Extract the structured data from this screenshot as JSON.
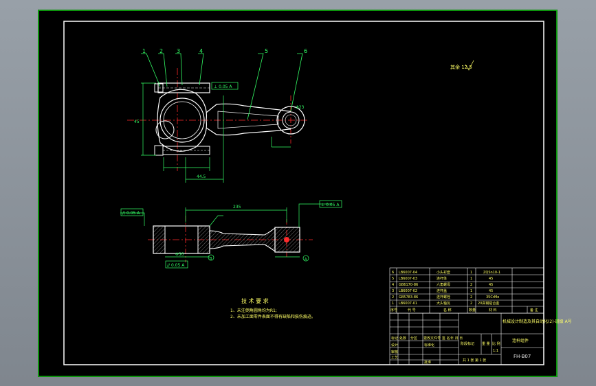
{
  "balloons": [
    "1",
    "2",
    "3",
    "4",
    "5",
    "6"
  ],
  "surface_note": "其余 12.5",
  "tech_req": {
    "title": "技 术 要 求",
    "items": [
      "1、未注倒角圆角均为R1;",
      "2、未加工面零件表面不得有缺陷和损伤痕迹。"
    ]
  },
  "dimensions": {
    "top_total": "44.5",
    "lower_length": "235",
    "bore_small": "Φ23",
    "bore_large": "Φ56",
    "side_height": "45",
    "fcf_1": "⊥ 0.05 A",
    "fcf_2": "// 0.05 A",
    "fcf_3": "⊥ 0.05 A",
    "fcf_4": "// 0.05 A",
    "datum_a": "A",
    "datum_b": "B"
  },
  "bom": {
    "header": [
      "序号",
      "代 号",
      "名 称",
      "数量",
      "材 料",
      "备 注"
    ],
    "rows": [
      {
        "no": "6",
        "code": "LB6007-04",
        "name": "小头衬套",
        "qty": "1",
        "mat": "ZQSn10-1"
      },
      {
        "no": "5",
        "code": "LB6007-03",
        "name": "连杆体",
        "qty": "1",
        "mat": "45"
      },
      {
        "no": "4",
        "code": "GB6170-86",
        "name": "六角螺母",
        "qty": "2",
        "mat": "45"
      },
      {
        "no": "3",
        "code": "LB6007-02",
        "name": "连杆盖",
        "qty": "1",
        "mat": "45"
      },
      {
        "no": "2",
        "code": "GB5783-86",
        "name": "连杆螺栓",
        "qty": "2",
        "mat": "35CrMo"
      },
      {
        "no": "1",
        "code": "LB6007-01",
        "name": "大头轴瓦",
        "qty": "2",
        "mat": "20高锡铝合金"
      }
    ]
  },
  "title_block": {
    "school": "机械设计制造及其自动化(2)-班级 A号",
    "part_name": "连杆组件",
    "drawing_no": "FH-B07",
    "scale_label": "比 例",
    "scale": "1:1",
    "weight_label": "重 量",
    "stage_label": "阶段标记",
    "sheet_info": "共 1 张  第 1 张",
    "roles": [
      "设计",
      "审核",
      "工艺",
      "批准"
    ],
    "rev_cols": [
      "标记",
      "处数",
      "分区",
      "更改文件号",
      "签 名",
      "年 月 日"
    ],
    "standardize": "标准化"
  },
  "colors": {
    "outline": "#ffffff",
    "dimension": "#33ff66",
    "centerline": "#ff2a2a",
    "hatch": "#dddddd",
    "text": "#ffff66",
    "frame": "#11c611"
  }
}
